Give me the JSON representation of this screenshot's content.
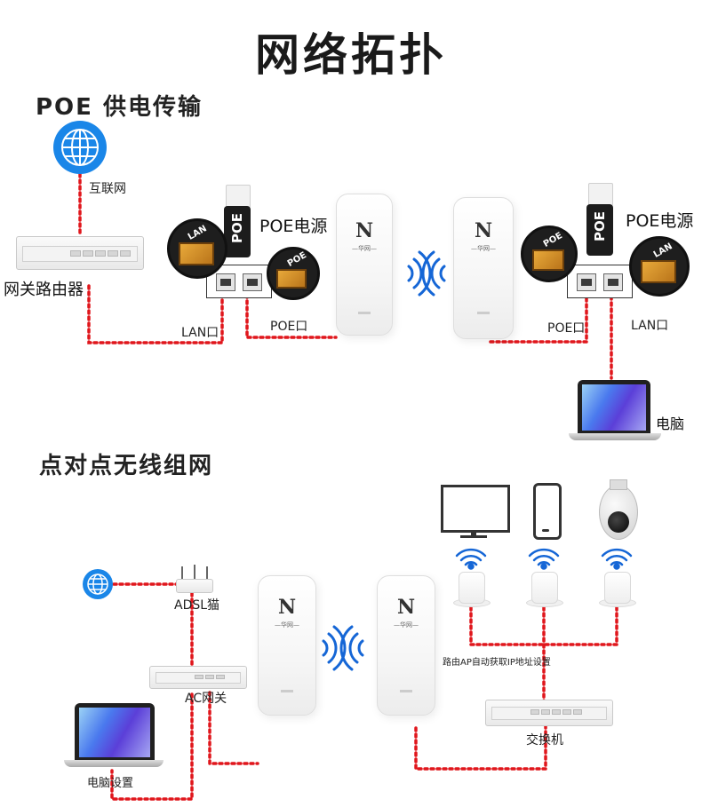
{
  "title": "网络拓扑",
  "section_poe": {
    "title": "POE 供电传输",
    "internet_label": "互联网",
    "gateway_label": "网关路由器",
    "poe_power_left": "POE电源",
    "poe_power_right": "POE电源",
    "lan_port_left": "LAN口",
    "poe_port_left": "POE口",
    "poe_port_right": "POE口",
    "lan_port_right": "LAN口",
    "computer_label": "电脑",
    "injector_text": "POE",
    "badge_lan": "LAN",
    "badge_poe": "POE"
  },
  "section_p2p": {
    "title": "点对点无线组网",
    "adsl_label": "ADSL猫",
    "ac_label": "AC网关",
    "ap_note": "路由AP自动获取IP地址设置",
    "switch_label": "交换机",
    "computer_label": "电脑设置"
  },
  "device": {
    "logo": "N",
    "brand": "—华网—"
  },
  "colors": {
    "wire": "#e0161c",
    "wifi": "#1566d6",
    "globe": "#1a86e8"
  }
}
